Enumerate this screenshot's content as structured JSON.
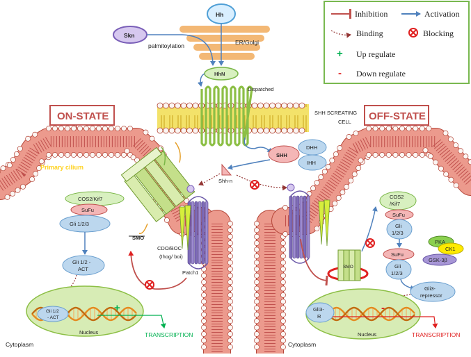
{
  "legend": {
    "inhibition": "Inhibition",
    "activation": "Activation",
    "binding": "Binding",
    "blocking": "Blocking",
    "up_sign": "+",
    "up": "Up regulate",
    "down_sign": "-",
    "down": "Down regulate"
  },
  "top": {
    "hh": "Hh",
    "skn": "Skn",
    "palm": "palmitoylation",
    "er": "ER/Golgi",
    "hhn": "HhN",
    "dispatched": "Dispatched",
    "shh_cell_1": "SHH  SCREATING",
    "shh_cell_2": "CELL",
    "shh": "SHH",
    "dhh": "DHH",
    "ihh": "IHH",
    "shhn": "Shh-n"
  },
  "on": {
    "title": "ON-STATE",
    "cilium": "Primary cilium",
    "cos2": "COS2/Kif7",
    "sufu": "SuFu",
    "gli": "Gli 1/2/3",
    "smo": "SMO",
    "cdo_1": "CDO/BOC",
    "cdo_2": "(Ihog/ boi)",
    "patch": "Patch1",
    "act_1": "Gli 1/2 -",
    "act_2": "ACT",
    "nuc_gli_1": "Gli 1/2",
    "nuc_gli_2": "- ACT",
    "plus": "+",
    "nucleus": "Nucleus",
    "transcription": "TRANSCRIPTION",
    "cytoplasm": "Cytoplasm"
  },
  "off": {
    "title": "OFF-STATE",
    "cos2_1": "COS2",
    "cos2_2": "/Kif7",
    "sufu": "SuFu",
    "gli_1": "Gli",
    "gli_2": "1/2/3",
    "sufu2": "SuFu",
    "gli2_1": "Gli",
    "gli2_2": "1/2/3",
    "pka": "PKA",
    "ck1": "CK1",
    "gsk": "GSK-3β",
    "smo": "SMO",
    "rep_1": "Gli3-",
    "rep_2": "repressor",
    "nuc_gli_1": "Gli3-",
    "nuc_gli_2": "R",
    "minus": "-",
    "nucleus": "Nucleus",
    "transcription": "TRANSCRIPTION",
    "cytoplasm": "Cytoplasm"
  },
  "colors": {
    "inhibition": "#c0504d",
    "activation": "#4f81bd",
    "binding": "#943634",
    "blocking": "#e02020",
    "up": "#00b050",
    "down": "#e02020",
    "membrane": "#e8877a",
    "membrane_dark": "#b5473a",
    "lipid_head": "#f7f3f1",
    "er": "#f2b066",
    "receptor_green": "#c4df8a",
    "receptor_purple": "#8e7cc3",
    "protein_pink": "#f4b6b6",
    "protein_blue": "#bcd7ee",
    "nucleus": "#d7ecb5",
    "dna": "#e58a1f"
  }
}
